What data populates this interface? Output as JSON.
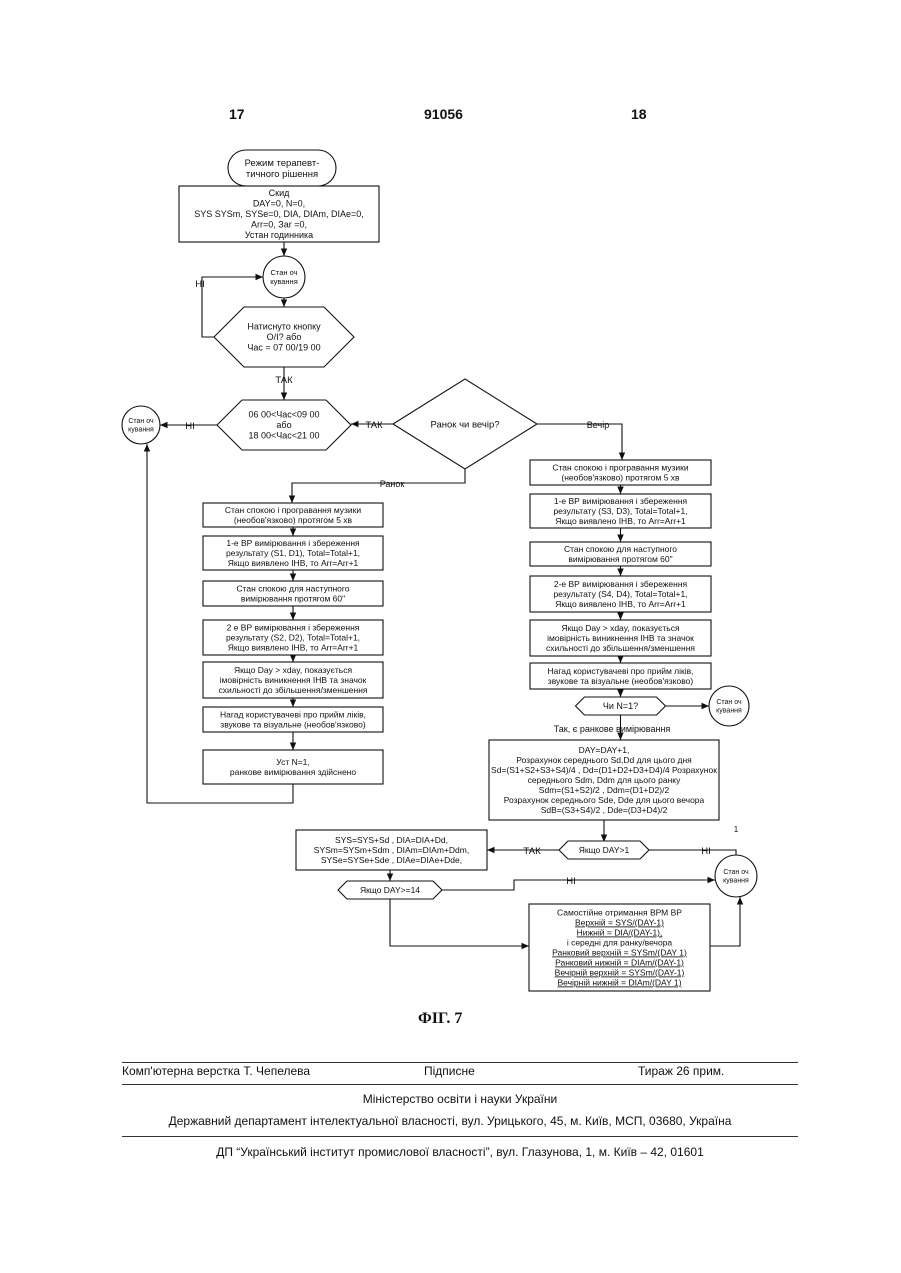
{
  "header": {
    "page_left": "17",
    "doc_number": "91056",
    "page_right": "18"
  },
  "figure_label": "ФІГ. 7",
  "flow": {
    "start": [
      "Режим терапевт-",
      "тичного рішення"
    ],
    "reset": [
      "Скид",
      "DAY=0, N=0,",
      "SYS SYSm, SYSe=0, DIA, DIAm, DIAe=0,",
      "Arr=0, Зar =0,",
      "Устан годинника"
    ],
    "wait": [
      "Стан оч",
      "кування"
    ],
    "no": "НІ",
    "yes": "ТАК",
    "button_check": [
      "Натиснуто кнопку",
      "O/I? або",
      "Час = 07 00/19 00"
    ],
    "time_check": [
      "06 00<Час<09 00",
      "або",
      "18 00<Час<21 00"
    ],
    "morning_evening": "Ранок чи вечір?",
    "evening": "Вечір",
    "morning": "Ранок",
    "m_rest": [
      "Стан спокою і програвання музики",
      "(необов'язково) протягом 5 хв"
    ],
    "m_meas1": [
      "1-е ВР вимірювання і збереження",
      "результату (S1, D1), Total=Total+1,",
      "Якщо виявлено ІНВ, то Arr=Arr+1"
    ],
    "m_pause": [
      "Стан спокою для наступного",
      "вимірювання протягом 60\""
    ],
    "m_meas2": [
      "2 е ВР вимірювання і збереження",
      "результату (S2, D2), Total=Total+1,",
      "Якщо виявлено ІНВ, то Arr=Arr+1"
    ],
    "m_prob": [
      "Якщо Day > xday, показується",
      "імовірність виникнення ІНВ та значок",
      "схильності до збільшення/зменшення"
    ],
    "m_remind": [
      "Нагад користувачеві про прийм ліків,",
      "звукове та візуальне (необов'язково)"
    ],
    "m_done": [
      "Уст N=1,",
      "ранкове вимірювання здійснено"
    ],
    "e_rest": [
      "Стан спокою і програвання музики",
      "(необов'язково) протягом 5 хв"
    ],
    "e_meas1": [
      "1-е ВР вимірювання і збереження",
      "результату (S3, D3), Total=Total+1,",
      "Якщо виявлено ІНВ, то Arr=Arr+1"
    ],
    "e_pause": [
      "Стан спокою для наступного",
      "вимірювання протягом 60\""
    ],
    "e_meas2": [
      "2-е ВР вимірювання і збереження",
      "результату (S4, D4), Total=Total+1,",
      "Якщо виявлено ІНВ, то Arr=Arr+1"
    ],
    "e_prob": [
      "Якщо Day > xday, показується",
      "імовірність виникнення ІНВ та значок",
      "схильності до збільшення/зменшення"
    ],
    "e_remind": [
      "Нагад користувачеві про прийм ліків,",
      "звукове та візуальне (необов'язково)"
    ],
    "n_check": "Чи N=1?",
    "yes_morning": "Так, є ранкове вимірювання",
    "calc": [
      "DAY=DAY+1,",
      "Розрахунок середнього Sd,Dd для цього дня",
      "Sd=(S1+S2+S3+S4)/4 , Dd=(D1+D2+D3+D4)/4 Розрахунок",
      "середнього Sdm, Ddm для цього ранку",
      "Sdm=(S1+S2)/2 , Ddm=(D1+D2)/2",
      "Розрахунок середнього Sde, Dde для цього вечора",
      "SdB=(S3+S4)/2 , Dde=(D3+D4)/2"
    ],
    "day1_check": "Якщо DAY>1",
    "sum": [
      "SYS=SYS+Sd , DIA=DIA+Dd,",
      "SYSm=SYSm+Sdm , DIAm=DIAm+Ddm,",
      "SYSe=SYSe+Sde , DIAe=DIAe+Dde,"
    ],
    "day14_check": "Якщо DAY>=14",
    "result": [
      "Самостійне отримання ВРМ ВР",
      "Верхній = SYS/(DAY-1)",
      "Нижній = DIA/(DAY-1),",
      "і середні для ранку/вечора",
      "Ранковий верхній = SYSm/(DAY 1)",
      "Ранковий нижній = DIAm/(DAY-1)",
      "Вечірній верхній = SYSm/(DAY-1)",
      "Вечірній нижній = DIAm/(DAY 1)"
    ]
  },
  "footer": {
    "layout": "Комп'ютерна верстка Т. Чепелева",
    "signed": "Підписне",
    "circulation": "Тираж 26 прим.",
    "ministry": "Міністерство освіти і науки України",
    "department": "Державний департамент інтелектуальної власності, вул. Урицького, 45, м. Київ, МСП, 03680, Україна",
    "institute": "ДП “Український інститут промислової власності”, вул. Глазунова, 1, м. Київ – 42, 01601"
  }
}
